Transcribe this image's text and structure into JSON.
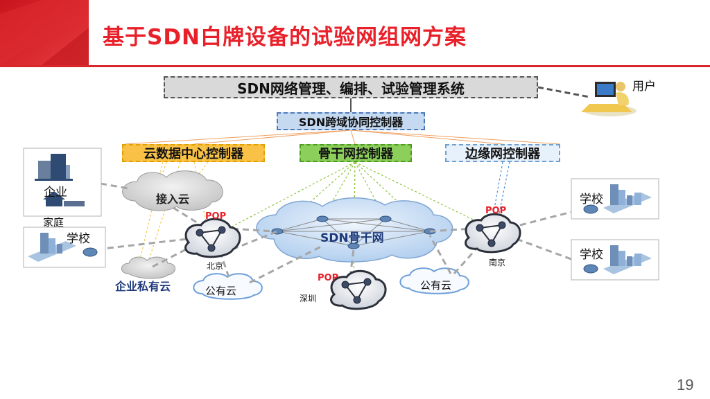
{
  "slide": {
    "title": "基于SDN白牌设备的试验网组网方案",
    "page_number": "19"
  },
  "management_system": {
    "label": "SDN网络管理、编排、试验管理系统"
  },
  "cross_domain_controller": {
    "label": "SDN跨域协同控制器"
  },
  "controllers": {
    "datacenter": "云数据中心控制器",
    "backbone": "骨干网控制器",
    "edge": "边缘网控制器"
  },
  "user": {
    "label": "用户"
  },
  "clouds": {
    "access": "接入云",
    "backbone": "SDN骨干网",
    "private": "企业私有云",
    "public_left": "公有云",
    "public_right": "公有云"
  },
  "pops": {
    "beijing": {
      "tag": "POP",
      "city": "北京"
    },
    "shenzhen": {
      "tag": "POP",
      "city": "深圳"
    },
    "nanjing": {
      "tag": "POP",
      "city": "南京"
    }
  },
  "sites": {
    "enterprise": "企业",
    "home": "家庭",
    "school_left": "学校",
    "school_right_top": "学校",
    "school_right_bottom": "学校"
  },
  "colors": {
    "title_red": "#e8202a",
    "datacenter_yellow": "#f9c247",
    "backbone_green": "#8dcf5b",
    "edge_blue": "#e7f1fb",
    "coordinator_blue": "#c5d9f1"
  }
}
